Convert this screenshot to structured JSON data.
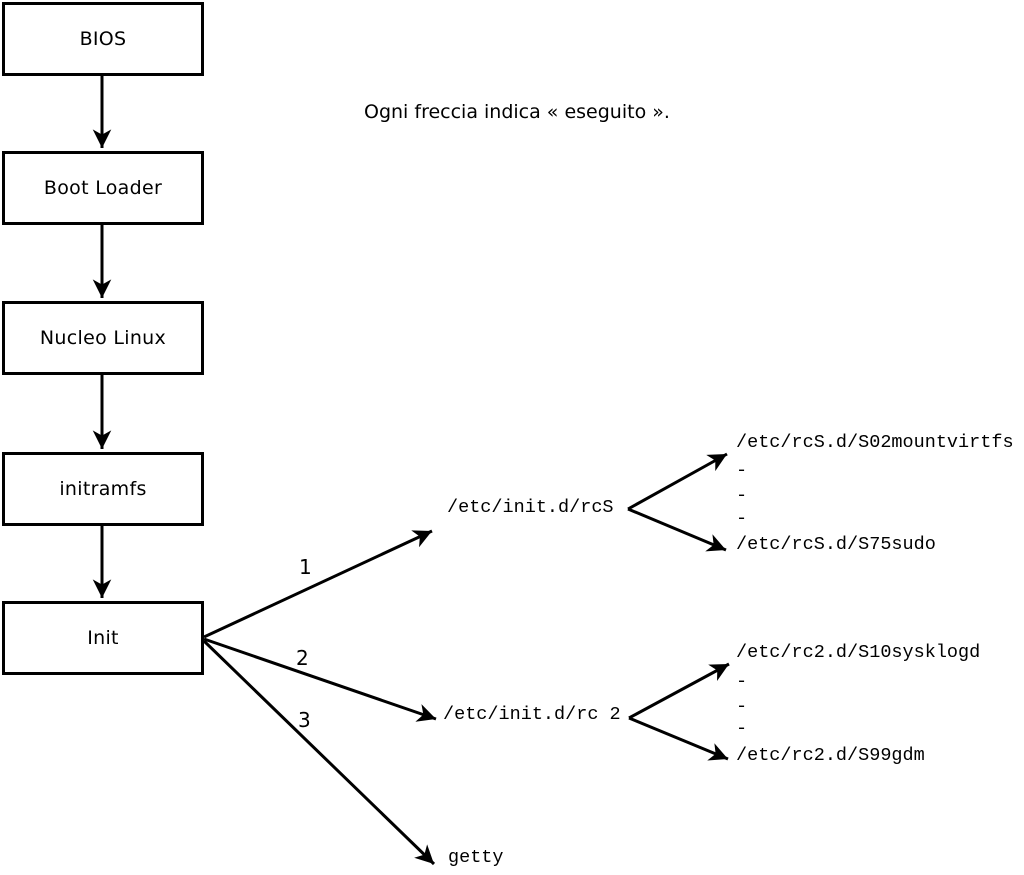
{
  "caption": "Ogni freccia indica « eseguito ».",
  "colors": {
    "line": "#000000",
    "background": "#ffffff",
    "box_fill": "#ffffff",
    "box_border": "#000000"
  },
  "flow": {
    "boxes": [
      {
        "label": "BIOS"
      },
      {
        "label": "Boot Loader"
      },
      {
        "label": "Nucleo Linux"
      },
      {
        "label": "initramfs"
      },
      {
        "label": "Init"
      }
    ]
  },
  "branches": [
    {
      "number": "1",
      "target": "/etc/init.d/rcS"
    },
    {
      "number": "2",
      "target": "/etc/init.d/rc 2"
    },
    {
      "number": "3",
      "target": "getty"
    }
  ],
  "forks": {
    "rcS": {
      "first": "/etc/rcS.d/S02mountvirtfs",
      "ellipsis": [
        "-",
        "-",
        "-"
      ],
      "last": "/etc/rcS.d/S75sudo"
    },
    "rc2": {
      "first": "/etc/rc2.d/S10sysklogd",
      "ellipsis": [
        "-",
        "-",
        "-"
      ],
      "last": "/etc/rc2.d/S99gdm"
    }
  }
}
